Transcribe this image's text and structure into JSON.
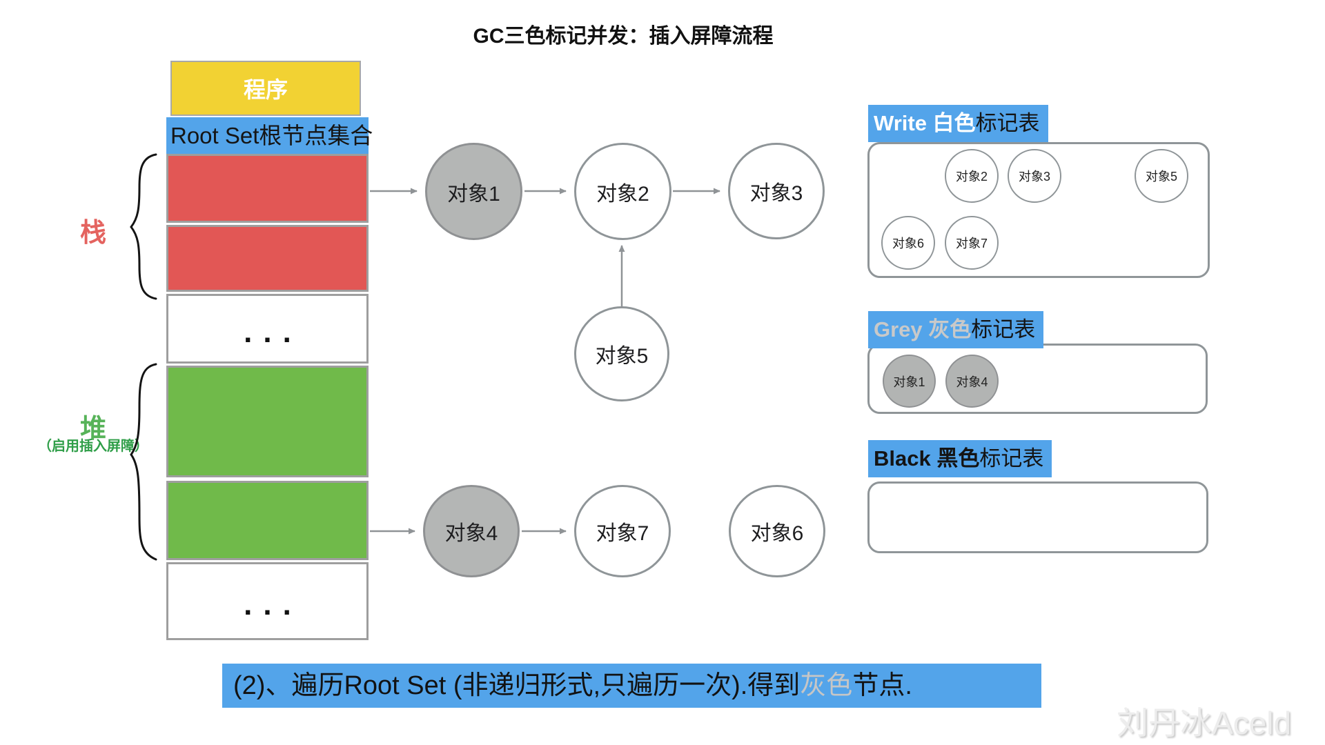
{
  "title": "GC三色标记并发：插入屏障流程",
  "memory": {
    "program": "程序",
    "root_set": "Root Set根节点集合",
    "stack_label": "栈",
    "heap_label": "堆",
    "heap_note": "（启用插入屏障）",
    "ellipsis1": "...",
    "ellipsis2": "..."
  },
  "graph": {
    "nodes": [
      {
        "id": "obj1",
        "label": "对象1",
        "color": "grey"
      },
      {
        "id": "obj2",
        "label": "对象2",
        "color": "white"
      },
      {
        "id": "obj3",
        "label": "对象3",
        "color": "white"
      },
      {
        "id": "obj5",
        "label": "对象5",
        "color": "white"
      },
      {
        "id": "obj4",
        "label": "对象4",
        "color": "grey"
      },
      {
        "id": "obj7",
        "label": "对象7",
        "color": "white"
      },
      {
        "id": "obj6",
        "label": "对象6",
        "color": "white"
      }
    ]
  },
  "tables": {
    "white": {
      "title_en": "Write 白色",
      "title_cn": "标记表",
      "items": [
        "对象2",
        "对象3",
        "对象5",
        "对象6",
        "对象7"
      ]
    },
    "grey": {
      "title_en": "Grey 灰色",
      "title_cn": "标记表",
      "items": [
        "对象1",
        "对象4"
      ]
    },
    "black": {
      "title_en": "Black 黑色",
      "title_cn": "标记表",
      "items": []
    }
  },
  "caption": {
    "prefix": "(2)、遍历Root Set (非递归形式,只遍历一次).得到",
    "highlight": "灰色",
    "suffix": "节点."
  },
  "watermark": "刘丹冰Aceld",
  "colors": {
    "blue": "#53a4ea",
    "red": "#e25755",
    "green": "#70ba4a",
    "yellow": "#f2d233",
    "grey_node": "#b4b6b5",
    "stack_text": "#e4635f",
    "heap_text": "#57b359",
    "heap_note_text": "#2f9e48",
    "grey_text": "#c9c9c9"
  }
}
